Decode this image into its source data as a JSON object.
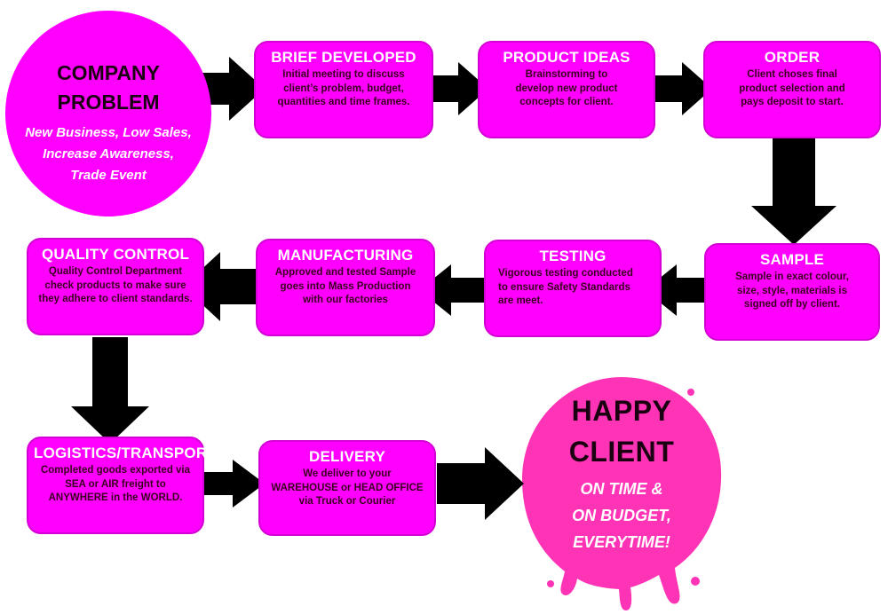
{
  "colors": {
    "box_fill": "#ff00ff",
    "splat_fill": "#ff33b5",
    "arrow": "#000000",
    "heading_text": "#1a0010",
    "box_title_text": "#ffffff"
  },
  "start": {
    "title": "COMPANY\nPROBLEM",
    "subtitle": "New Business, Low Sales,\nIncrease Awareness,\nTrade Event"
  },
  "steps": [
    {
      "title": "BRIEF DEVELOPED",
      "text": "Initial meeting to discuss\nclient’s problem, budget,\nquantities and time frames."
    },
    {
      "title": "PRODUCT IDEAS",
      "text": "Brainstorming to\ndevelop new product\nconcepts for client."
    },
    {
      "title": "ORDER",
      "text": "Client choses final\nproduct selection and\npays deposit to start."
    },
    {
      "title": "SAMPLE",
      "text": "Sample in exact colour,\nsize, style, materials is\nsigned off by client."
    },
    {
      "title": "TESTING",
      "text": "Vigorous testing conducted\nto ensure Safety Standards\nare meet."
    },
    {
      "title": "MANUFACTURING",
      "text": "Approved and tested Sample\ngoes into Mass Production\nwith our factories"
    },
    {
      "title": "QUALITY CONTROL",
      "text": "Quality Control Department\ncheck products to make sure\nthey adhere to client standards."
    },
    {
      "title": "LOGISTICS/TRANSPORT",
      "text": "Completed goods exported via\nSEA or AIR freight to\nANYWHERE in the WORLD."
    },
    {
      "title": "DELIVERY",
      "text": "We deliver to your\nWAREHOUSE or HEAD OFFICE\nvia Truck or Courier"
    }
  ],
  "end": {
    "title": "HAPPY\nCLIENT",
    "subtitle": "ON TIME &\nON BUDGET,\nEVERYTIME!"
  }
}
